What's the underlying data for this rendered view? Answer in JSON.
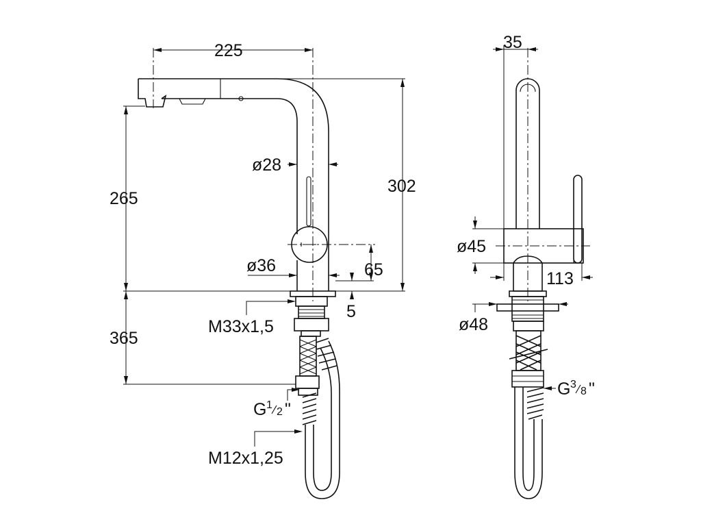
{
  "front_view": {
    "width_225": "225",
    "height_265": "265",
    "height_302": "302",
    "diameter_28": "ø28",
    "diameter_36": "ø36",
    "height_65": "65",
    "height_5": "5",
    "height_365": "365",
    "thread_m33": "M33x1,5",
    "thread_g_half_main": "G",
    "thread_g_half_num": "1",
    "thread_g_half_den": "2",
    "thread_g_half_mark": "\"",
    "thread_m12": "M12x1,25"
  },
  "side_view": {
    "width_35": "35",
    "diameter_45": "ø45",
    "length_113": "113",
    "diameter_48": "ø48",
    "thread_g_3_8_main": "G",
    "thread_g_3_8_num": "3",
    "thread_g_3_8_den": "8",
    "thread_g_3_8_mark": "\""
  }
}
